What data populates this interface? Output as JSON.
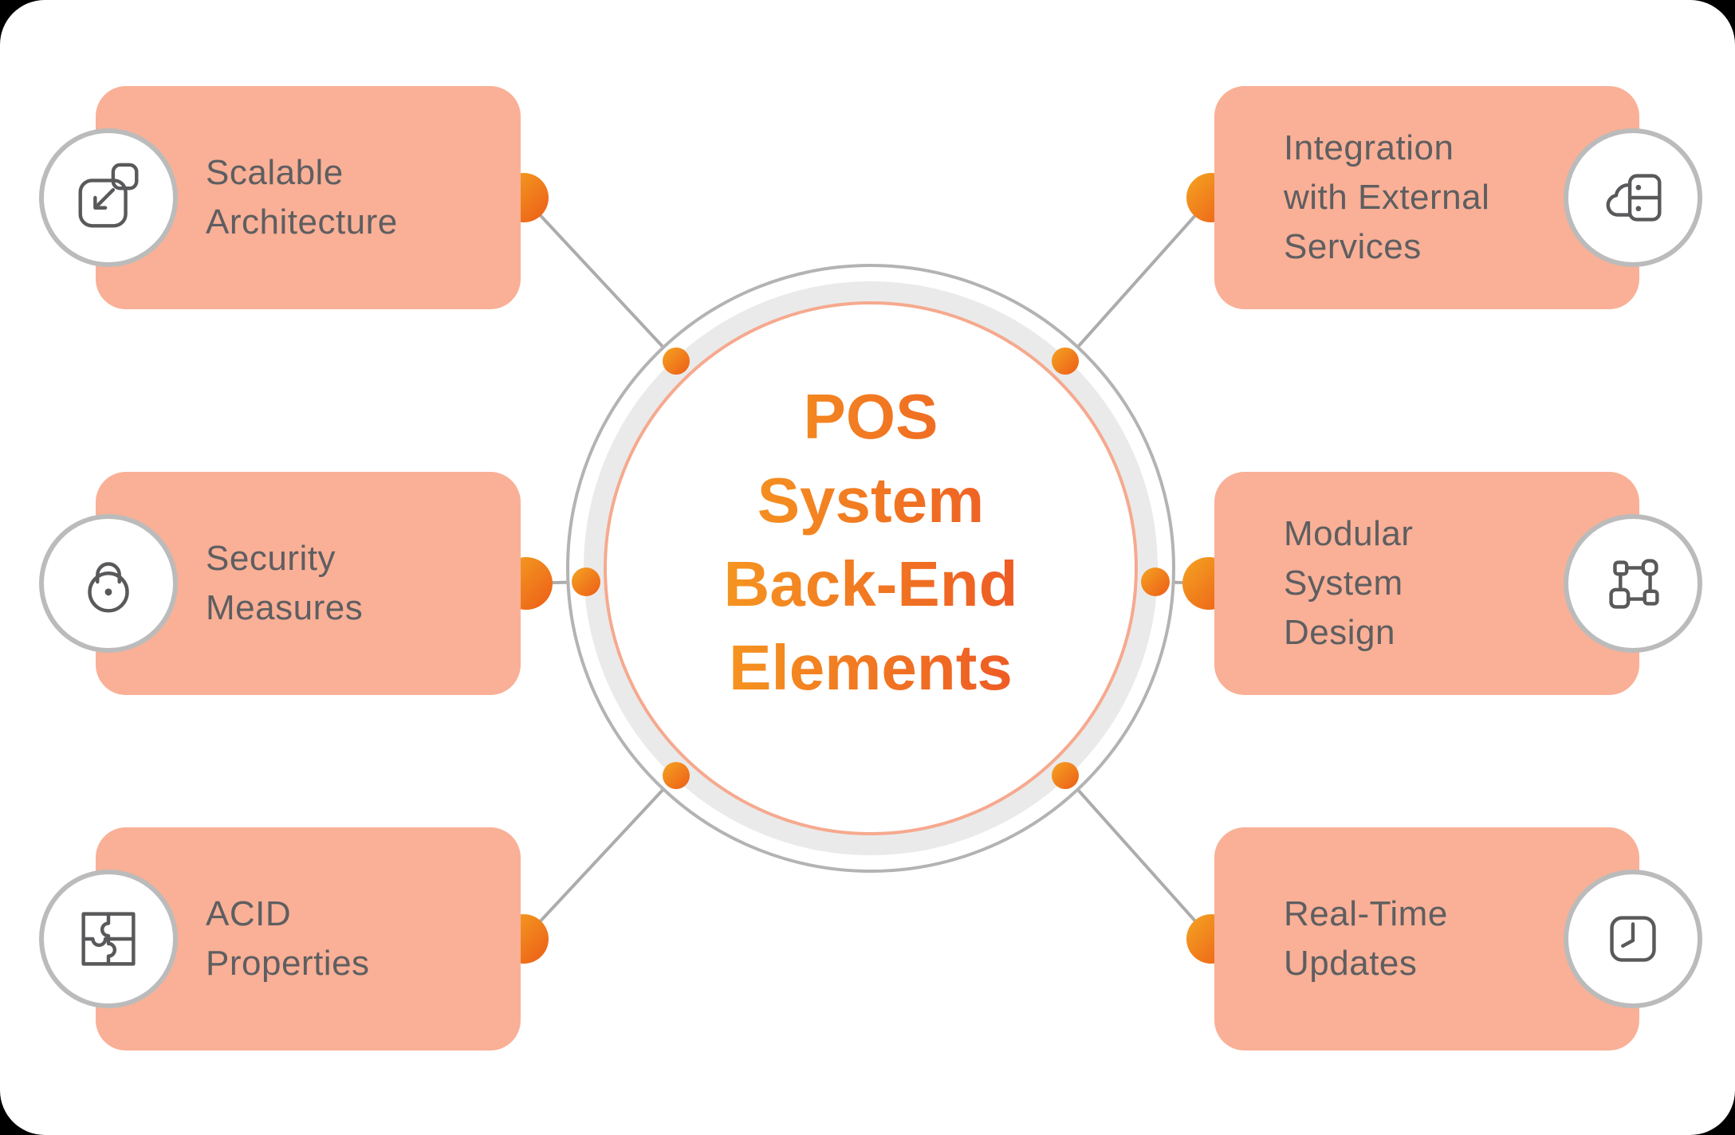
{
  "title": {
    "lines": [
      "POS",
      "System",
      "Back-End",
      "Elements"
    ]
  },
  "cards": [
    {
      "id": "scalable-architecture",
      "side": "left",
      "lines": [
        "Scalable",
        "Architecture"
      ],
      "icon": "scale-down-icon"
    },
    {
      "id": "security-measures",
      "side": "left",
      "lines": [
        "Security",
        "Measures"
      ],
      "icon": "lock-icon"
    },
    {
      "id": "acid-properties",
      "side": "left",
      "lines": [
        "ACID",
        "Properties"
      ],
      "icon": "puzzle-icon"
    },
    {
      "id": "integration-external",
      "side": "right",
      "lines": [
        "Integration",
        "with External",
        "Services"
      ],
      "icon": "cloud-database-icon"
    },
    {
      "id": "modular-system-design",
      "side": "right",
      "lines": [
        "Modular",
        "System",
        "Design"
      ],
      "icon": "node-frame-icon"
    },
    {
      "id": "real-time-updates",
      "side": "right",
      "lines": [
        "Real-Time",
        "Updates"
      ],
      "icon": "clock-icon"
    }
  ],
  "colors": {
    "card_bg": "#F9B096",
    "label_text": "#5E5E61",
    "title_gradient_start": "#F8A71E",
    "title_gradient_end": "#EB4A26",
    "dot_gradient_start": "#F4A422",
    "dot_gradient_end": "#ED5C17",
    "ring_band": "#EAEAEA",
    "ring_outline": "#B3B3B3",
    "ring_inner_stroke": "#F6A98E",
    "connector_line": "#ACACAC",
    "icon_stroke": "#59595B",
    "icon_circle_border": "#BBBBBB"
  }
}
